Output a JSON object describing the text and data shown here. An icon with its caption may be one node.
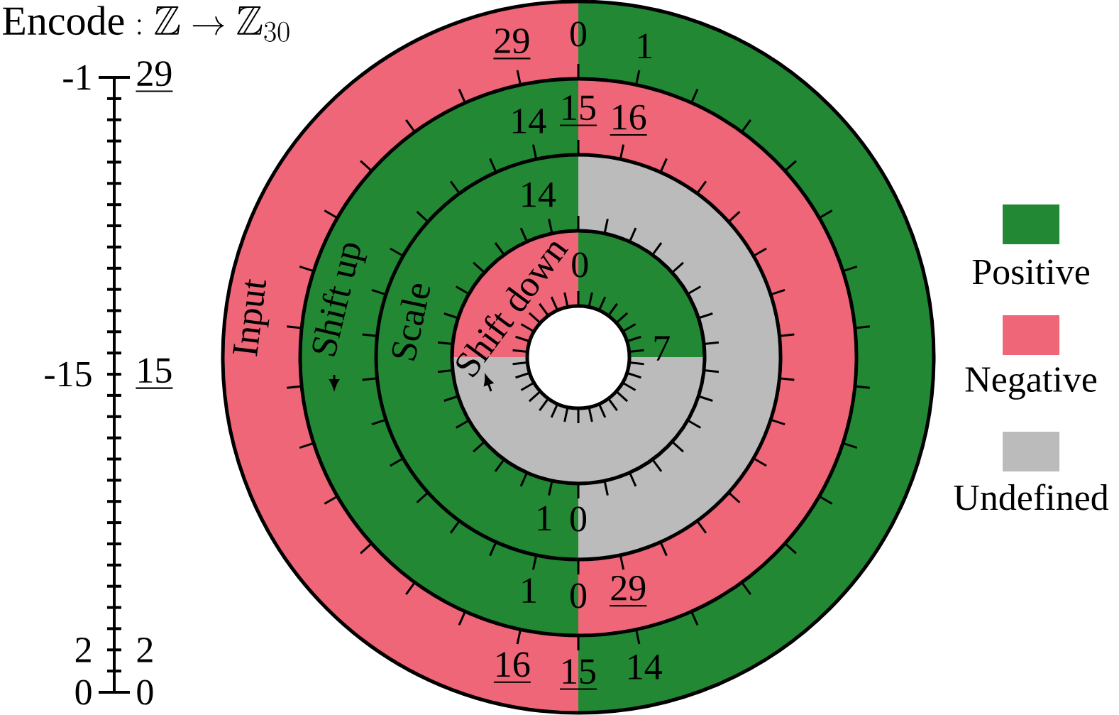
{
  "diagram": {
    "title": "\\text{Encode} : \\mathbb{Z} \\to \\mathbb{Z}_{30}",
    "nodes": [
      {
        "text": [
          "Input"
        ]
      },
      {
        "text": [
          "Shift up"
        ]
      },
      {
        "text": [
          "Scale"
        ]
      },
      {
        "text": [
          "Shift down"
        ]
      }
    ],
    "labels": [
      "-1",
      "29",
      "-15",
      "15",
      "2",
      "2",
      "0",
      "0",
      "29",
      "0",
      "1",
      "14",
      "15",
      "16",
      "14",
      "0",
      "7",
      "1",
      "0",
      "1",
      "0",
      "29",
      "16",
      "15",
      "14"
    ],
    "legend": [
      {
        "text": "Positive",
        "color": "#228833"
      },
      {
        "text": "Negative",
        "color": "#ee6677"
      },
      {
        "text": "Undefined",
        "color": "#bbbbbb"
      }
    ]
  }
}
